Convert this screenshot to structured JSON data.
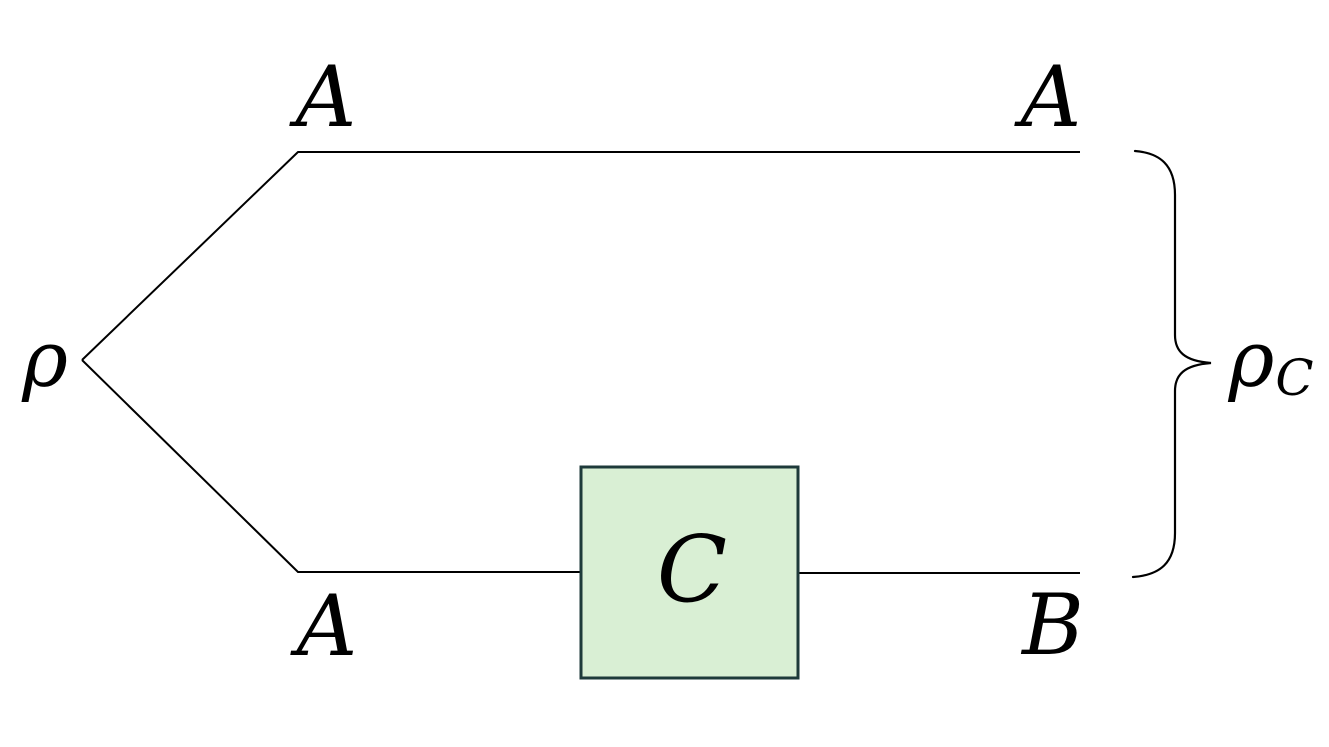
{
  "figure": {
    "type": "quantum-channel-purification-diagram",
    "input_state": {
      "label": "ρ"
    },
    "wires": {
      "top_input_label": "A",
      "top_output_label": "A",
      "bottom_input_label": "A",
      "bottom_output_label": "B"
    },
    "channel_box": {
      "label": "C",
      "fill_color": "#d9efd4",
      "border_color": "#1e3a3a"
    },
    "output_state": {
      "base": "ρ",
      "subscript": "C"
    },
    "colors": {
      "wire": "#000000",
      "brace": "#000000",
      "text": "#000000"
    }
  }
}
